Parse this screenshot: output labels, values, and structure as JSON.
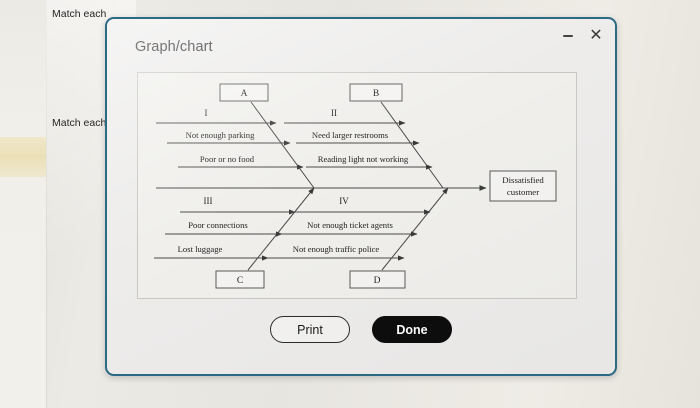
{
  "background": {
    "text_1": "Match each",
    "text_2": "Match each"
  },
  "dialog": {
    "title": "Graph/chart",
    "minimize_icon": "minimize-icon",
    "close_icon": "close-icon",
    "border_color": "#2c6a84",
    "buttons": {
      "print_label": "Print",
      "done_label": "Done"
    }
  },
  "chart_data": {
    "type": "diagram",
    "diagram_kind": "fishbone-cause-and-effect",
    "title": "",
    "effect": "Dissatisfied customer",
    "categories": [
      {
        "box_label": "A",
        "position": "top-left",
        "roman": "I",
        "causes": [
          "Not enough parking",
          "Poor or no food"
        ]
      },
      {
        "box_label": "B",
        "position": "top-right",
        "roman": "II",
        "causes": [
          "Need larger restrooms",
          "Reading light not working"
        ]
      },
      {
        "box_label": "C",
        "position": "bottom-left",
        "roman": "III",
        "causes": [
          "Poor connections",
          "Lost luggage"
        ]
      },
      {
        "box_label": "D",
        "position": "bottom-right",
        "roman": "IV",
        "causes": [
          "Not enough ticket agents",
          "Not enough traffic police"
        ]
      }
    ]
  }
}
